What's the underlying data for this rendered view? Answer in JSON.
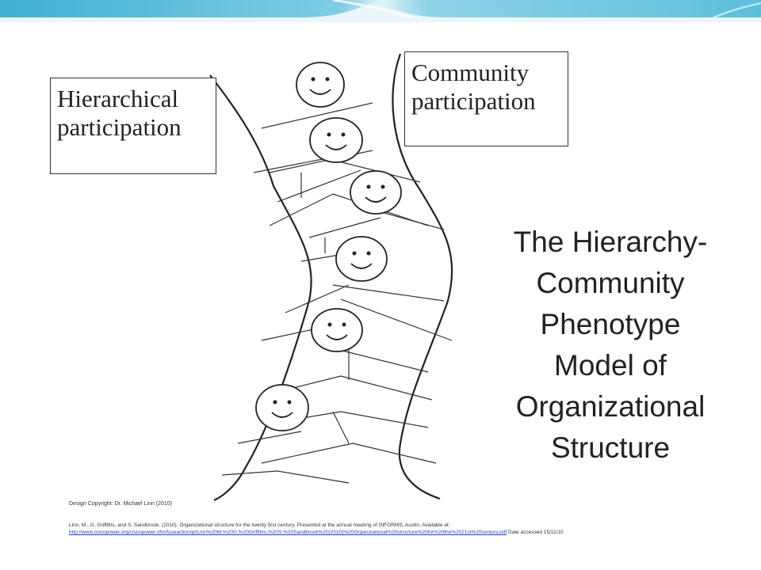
{
  "labels": {
    "hierarchical": [
      "Hierarchical",
      "participation"
    ],
    "community": [
      "Community",
      "participation"
    ]
  },
  "title_lines": [
    "The Hierarchy-",
    "Community",
    "Phenotype",
    "Model of",
    "Organizational",
    "Structure"
  ],
  "copyright": "Design Copyright: Dr. Michael Linn (2010)",
  "reference": {
    "text": "Linn, M., G. Griffiths, and S. Sandbrook. (2010). Organizational structure for the twenty first century. Presented at the annual meeting of INFORMS, Austin. Available at:",
    "url": "http://www.ciscopower.org/ciscopower.cfm/fuseaction/pl/Linn%20M,%20G.%20Griffiths,%20S.%20Sandbrook%20(2010)%20Organizational%20structure%20for%20the%2021st%20century.pdf",
    "accessed": "Date accessed 15/11/10"
  },
  "colors": {
    "banner_light": "#dff2f8",
    "banner_mid": "#9fd8ea",
    "banner_dark": "#4fb6d6",
    "stroke": "#222222"
  },
  "faces": 6,
  "icons": [
    "smiley-face-icon"
  ]
}
